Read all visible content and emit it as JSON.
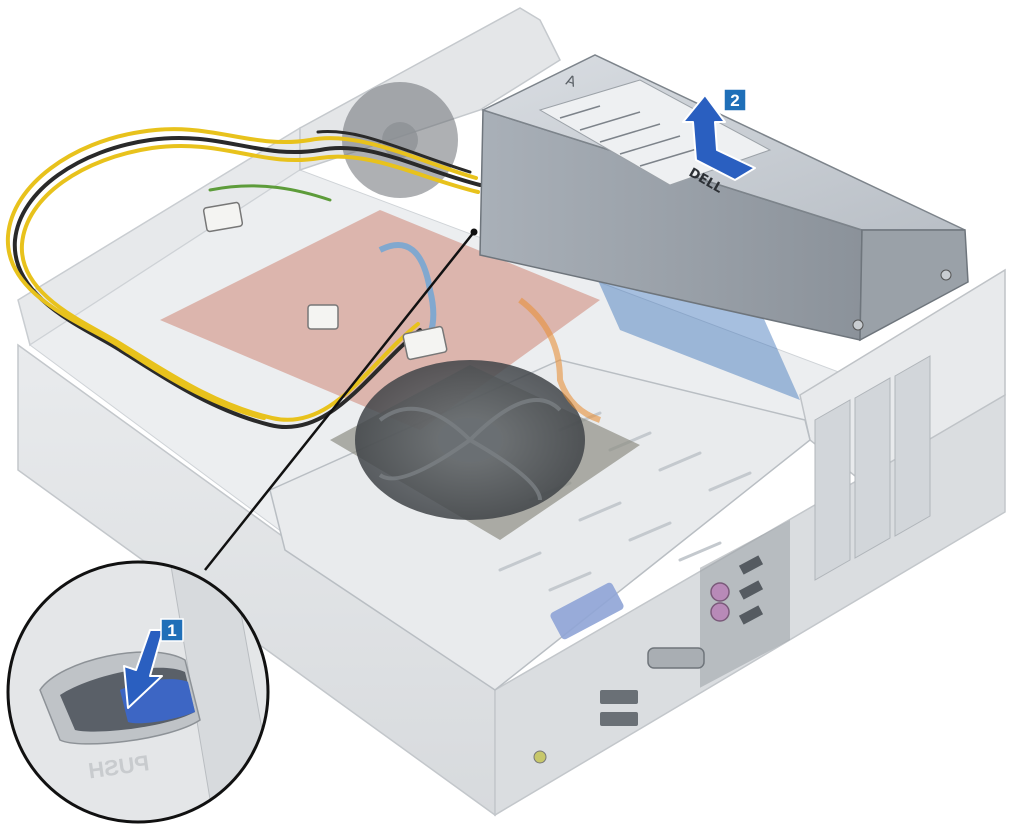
{
  "callouts": {
    "step_1": "1",
    "step_2": "2"
  },
  "psu": {
    "side_letter": "A",
    "brand": "DELL"
  },
  "inset": {
    "push_text": "PUSH"
  },
  "colors": {
    "callout_badge": "#1f6fb8",
    "arrow_blue": "#2a5fc0",
    "cable_yellow": "#e8c21c",
    "cable_black": "#2a2a2a",
    "chassis_gray": "#e3e5e7",
    "motherboard_red": "#c96f5a",
    "fan_dark": "#555a5e",
    "release_tab_blue": "#8fa4d6"
  }
}
